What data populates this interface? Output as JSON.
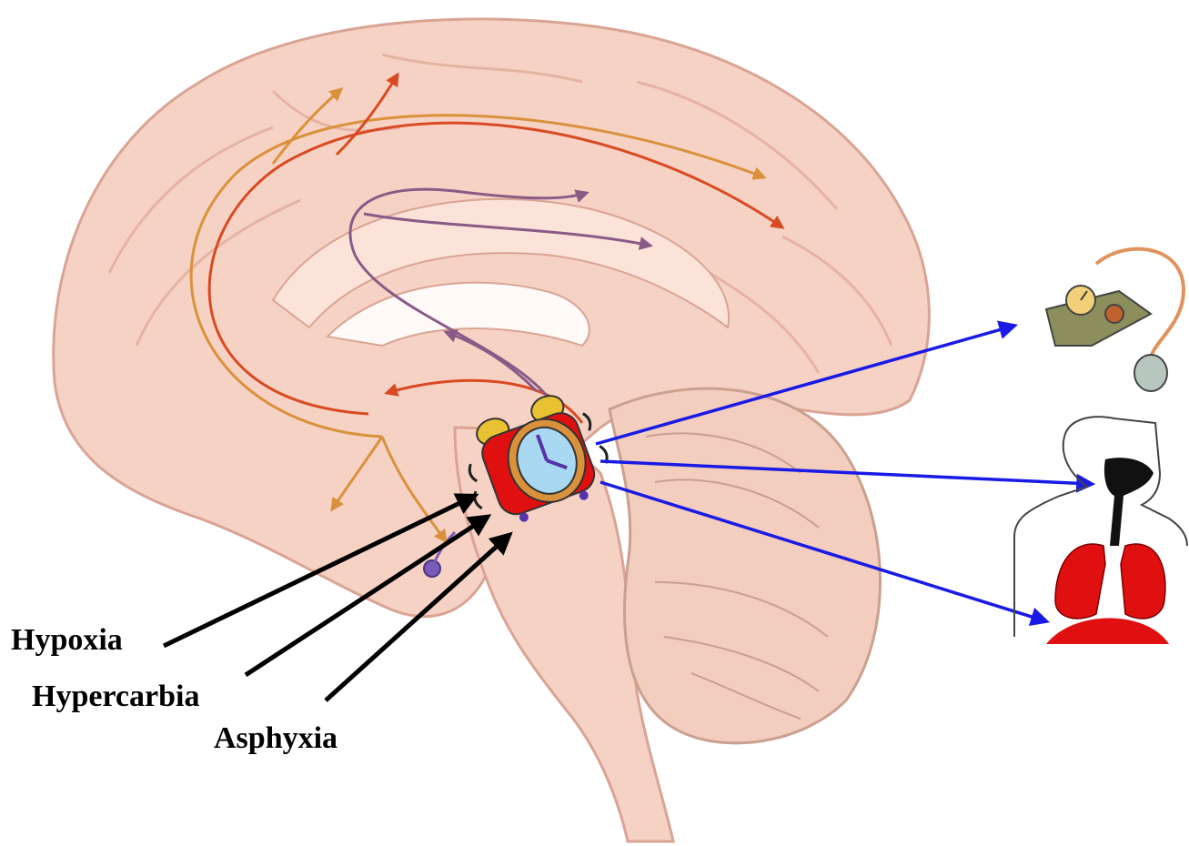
{
  "labels": {
    "hypoxia": "Hypoxia",
    "hypercarbia": "Hypercarbia",
    "asphyxia": "Asphyxia"
  },
  "icons": {
    "stimulus_source": "alarm-clock-icon",
    "effector_blood_pressure": "sphygmomanometer-icon",
    "effector_respiration": "airway-lungs-icon"
  },
  "colors": {
    "brain_fill": "#f6d2c4",
    "brain_outline": "#d9a494",
    "stimulus_arrow": "#000000",
    "output_arrow": "#1a1ae6",
    "pathway_orange": "#d9913c",
    "pathway_red": "#d94a22",
    "pathway_purple": "#8a5a86",
    "lungs": "#e01010",
    "clock_body": "#e01010",
    "clock_face": "#a9d8f2"
  }
}
